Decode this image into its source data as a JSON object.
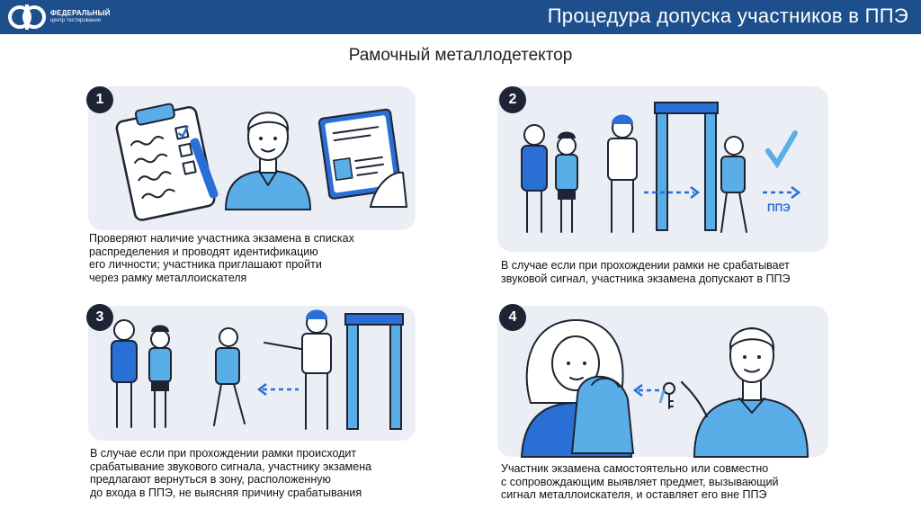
{
  "header": {
    "logo": {
      "line1": "ФЕДЕРАЛЬНЫЙ",
      "line2": "центр тестирования"
    },
    "title": "Процедура допуска участников в ППЭ"
  },
  "subtitle": "Рамочный металлодетектор",
  "colors": {
    "header_bg": "#1d4f8c",
    "panel_bg": "#eceef6",
    "accent_blue": "#2a6fd6",
    "light_blue": "#5aaee8",
    "navy": "#1e2433"
  },
  "steps": [
    {
      "number": "1",
      "caption": "Проверяют наличие участника экзамена в списках\nраспределения и проводят идентификацию\nего личности;  участника приглашают пройти\nчерез рамку металлоискателя"
    },
    {
      "number": "2",
      "caption": "В случае если при прохождении рамки не срабатывает\nзвуковой сигнал, участника экзамена допускают в ППЭ",
      "door_label": "ППЭ"
    },
    {
      "number": "3",
      "caption": "В случае если при прохождении рамки происходит\nсрабатывание звукового сигнала, участнику экзамена\nпредлагают вернуться в зону, расположенную\nдо входа в ППЭ, не выясняя причину срабатывания"
    },
    {
      "number": "4",
      "caption": "Участник экзамена самостоятельно или совместно\nс сопровождающим выявляет предмет, вызывающий\nсигнал металлоискателя, и оставляет его вне ППЭ"
    }
  ]
}
